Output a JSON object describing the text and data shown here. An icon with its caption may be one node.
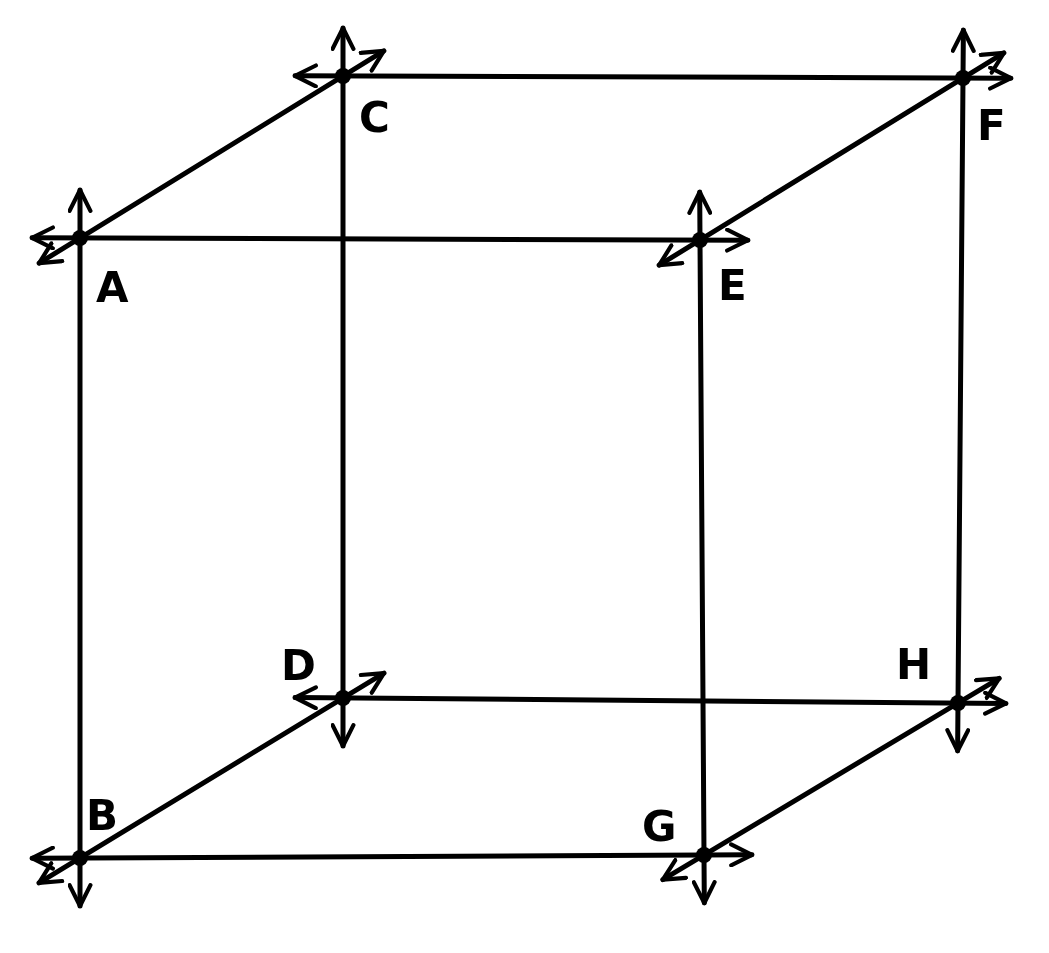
{
  "diagram": {
    "nodes": [
      {
        "text": [
          "A"
        ]
      },
      {
        "text": [
          "C"
        ]
      },
      {
        "text": [
          "E"
        ]
      },
      {
        "text": [
          "F"
        ]
      },
      {
        "text": [
          "D"
        ]
      },
      {
        "text": [
          "H"
        ]
      },
      {
        "text": [
          "B"
        ]
      },
      {
        "text": [
          "G"
        ]
      }
    ],
    "edges": [
      {
        "from": 1,
        "to": 3,
        "arrow": "both"
      },
      {
        "from": 0,
        "to": 2,
        "arrow": "both"
      },
      {
        "from": 4,
        "to": 5,
        "arrow": "both"
      },
      {
        "from": 6,
        "to": 7,
        "arrow": "both"
      },
      {
        "from": 1,
        "to": 4,
        "arrow": "both"
      },
      {
        "from": 0,
        "to": 6,
        "arrow": "both"
      },
      {
        "from": 2,
        "to": 7,
        "arrow": "both"
      },
      {
        "from": 3,
        "to": 5,
        "arrow": "both"
      },
      {
        "from": 0,
        "to": 1,
        "arrow": "both"
      },
      {
        "from": 2,
        "to": 3,
        "arrow": "both"
      },
      {
        "from": 6,
        "to": 4,
        "arrow": "both"
      },
      {
        "from": 7,
        "to": 5,
        "arrow": "both"
      }
    ]
  }
}
